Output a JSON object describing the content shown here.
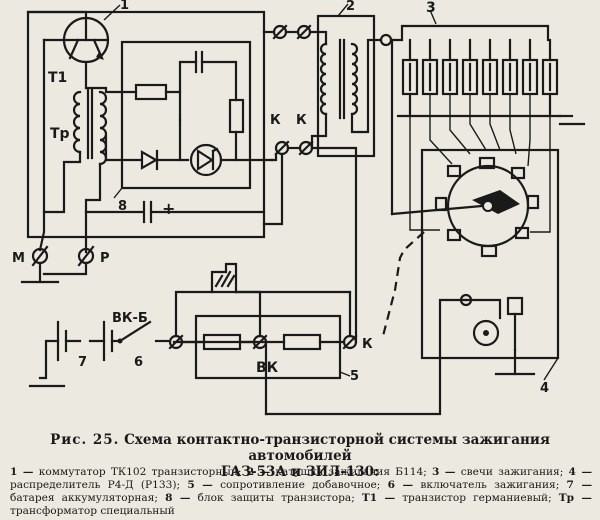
{
  "labels": {
    "n1": "1",
    "n2": "2",
    "n3": "3",
    "n4": "4",
    "n5": "5",
    "n6": "6",
    "n7": "7",
    "n8": "8",
    "t1": "T1",
    "tr": "Tр",
    "k1": "К",
    "k2": "К",
    "k3": "К",
    "m": "М",
    "p": "Р",
    "vkb": "ВК-Б",
    "vk": "ВК",
    "plus": "+"
  },
  "caption": {
    "fig": "Рис. 25.",
    "line1": "Схема контактно-транзисторной системы зажигания автомобилей",
    "line2": "ГАЗ-53А и ЗИЛ-130:"
  },
  "legend": {
    "i1n": "1 —",
    "i1": "коммутатор ТК102 транзисторный;",
    "i2n": "2 —",
    "i2": "катушка зажигания Б114;",
    "i3n": "3 —",
    "i3": "свечи зажигания;",
    "i4n": "4 —",
    "i4": "распределитель Р4-Д (Р133);",
    "i5n": "5 —",
    "i5": "сопротивление добавочное;",
    "i6n": "6 —",
    "i6": "включатель зажигания;",
    "i7n": "7 —",
    "i7": "батарея аккумуляторная;",
    "i8n": "8 —",
    "i8": "блок защиты транзистора;",
    "it1n": "Т1 —",
    "it1": "транзистор германиевый;",
    "itrn": "Тр —",
    "itr": "трансформатор специальный"
  }
}
